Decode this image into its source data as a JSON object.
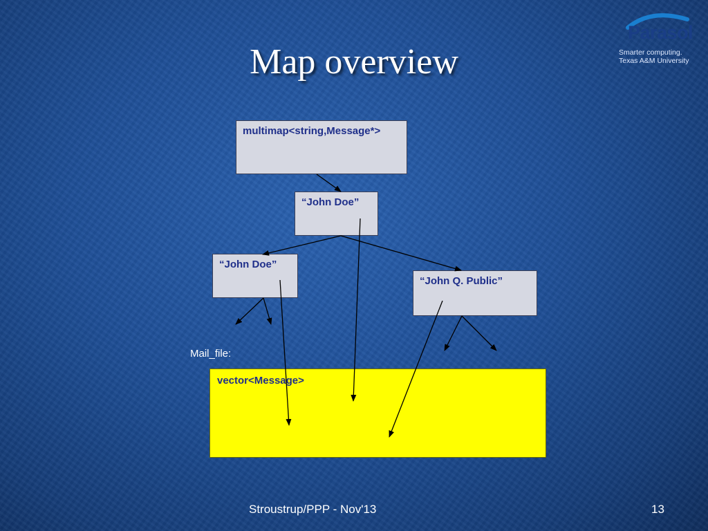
{
  "slide": {
    "title": "Map overview",
    "footer_text": "Stroustrup/PPP - Nov'13",
    "page_number": "13"
  },
  "logo": {
    "brand": "Parasol",
    "tagline_1": "Smarter computing.",
    "tagline_2": "Texas A&M University"
  },
  "diagram": {
    "multimap_label": "multimap<string,Message*>",
    "root_node_label": "“John Doe”",
    "left_node_label": "“John Doe”",
    "right_node_label": "“John Q. Public”",
    "mail_file_label": "Mail_file:",
    "vector_label": "vector<Message>"
  },
  "colors": {
    "background": "#1f4f97",
    "node_fill": "#d6d8e2",
    "node_text": "#1f2f8a",
    "vector_fill": "#ffff00",
    "arrow": "#000000"
  }
}
